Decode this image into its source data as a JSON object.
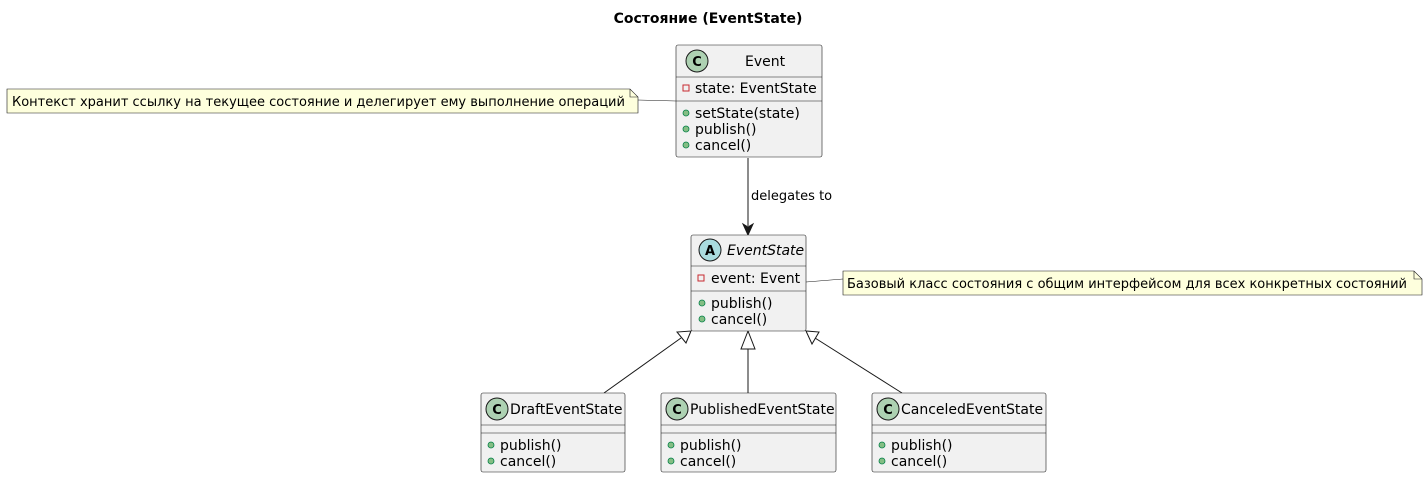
{
  "diagram": {
    "title": "Состояние (EventState)",
    "classes": {
      "event": {
        "stereotype": "C",
        "name": "Event",
        "attributes": [
          {
            "visibility": "private",
            "text": "state: EventState"
          }
        ],
        "methods": [
          {
            "visibility": "public",
            "text": "setState(state)"
          },
          {
            "visibility": "public",
            "text": "publish()"
          },
          {
            "visibility": "public",
            "text": "cancel()"
          }
        ]
      },
      "event_state": {
        "stereotype": "A",
        "name": "EventState",
        "abstract": true,
        "attributes": [
          {
            "visibility": "private",
            "text": "event: Event"
          }
        ],
        "methods": [
          {
            "visibility": "public",
            "text": "publish()"
          },
          {
            "visibility": "public",
            "text": "cancel()"
          }
        ]
      },
      "draft": {
        "stereotype": "C",
        "name": "DraftEventState",
        "methods": [
          {
            "visibility": "public",
            "text": "publish()"
          },
          {
            "visibility": "public",
            "text": "cancel()"
          }
        ]
      },
      "published": {
        "stereotype": "C",
        "name": "PublishedEventState",
        "methods": [
          {
            "visibility": "public",
            "text": "publish()"
          },
          {
            "visibility": "public",
            "text": "cancel()"
          }
        ]
      },
      "canceled": {
        "stereotype": "C",
        "name": "CanceledEventState",
        "methods": [
          {
            "visibility": "public",
            "text": "publish()"
          },
          {
            "visibility": "public",
            "text": "cancel()"
          }
        ]
      }
    },
    "relations": {
      "delegates_label": "delegates to"
    },
    "notes": {
      "event_note": "Контекст хранит ссылку на текущее состояние и делегирует ему выполнение операций",
      "state_note": "Базовый класс состояния с общим интерфейсом для всех конкретных состояний"
    },
    "colors": {
      "class_fill": "#f1f1f1",
      "class_border": "#181818",
      "class_icon": "#add1b2",
      "abstract_icon": "#a9dcdf",
      "private_marker": "#c82930",
      "public_marker": "#84be84",
      "note_fill": "#feffdd",
      "note_border": "#181818"
    }
  }
}
